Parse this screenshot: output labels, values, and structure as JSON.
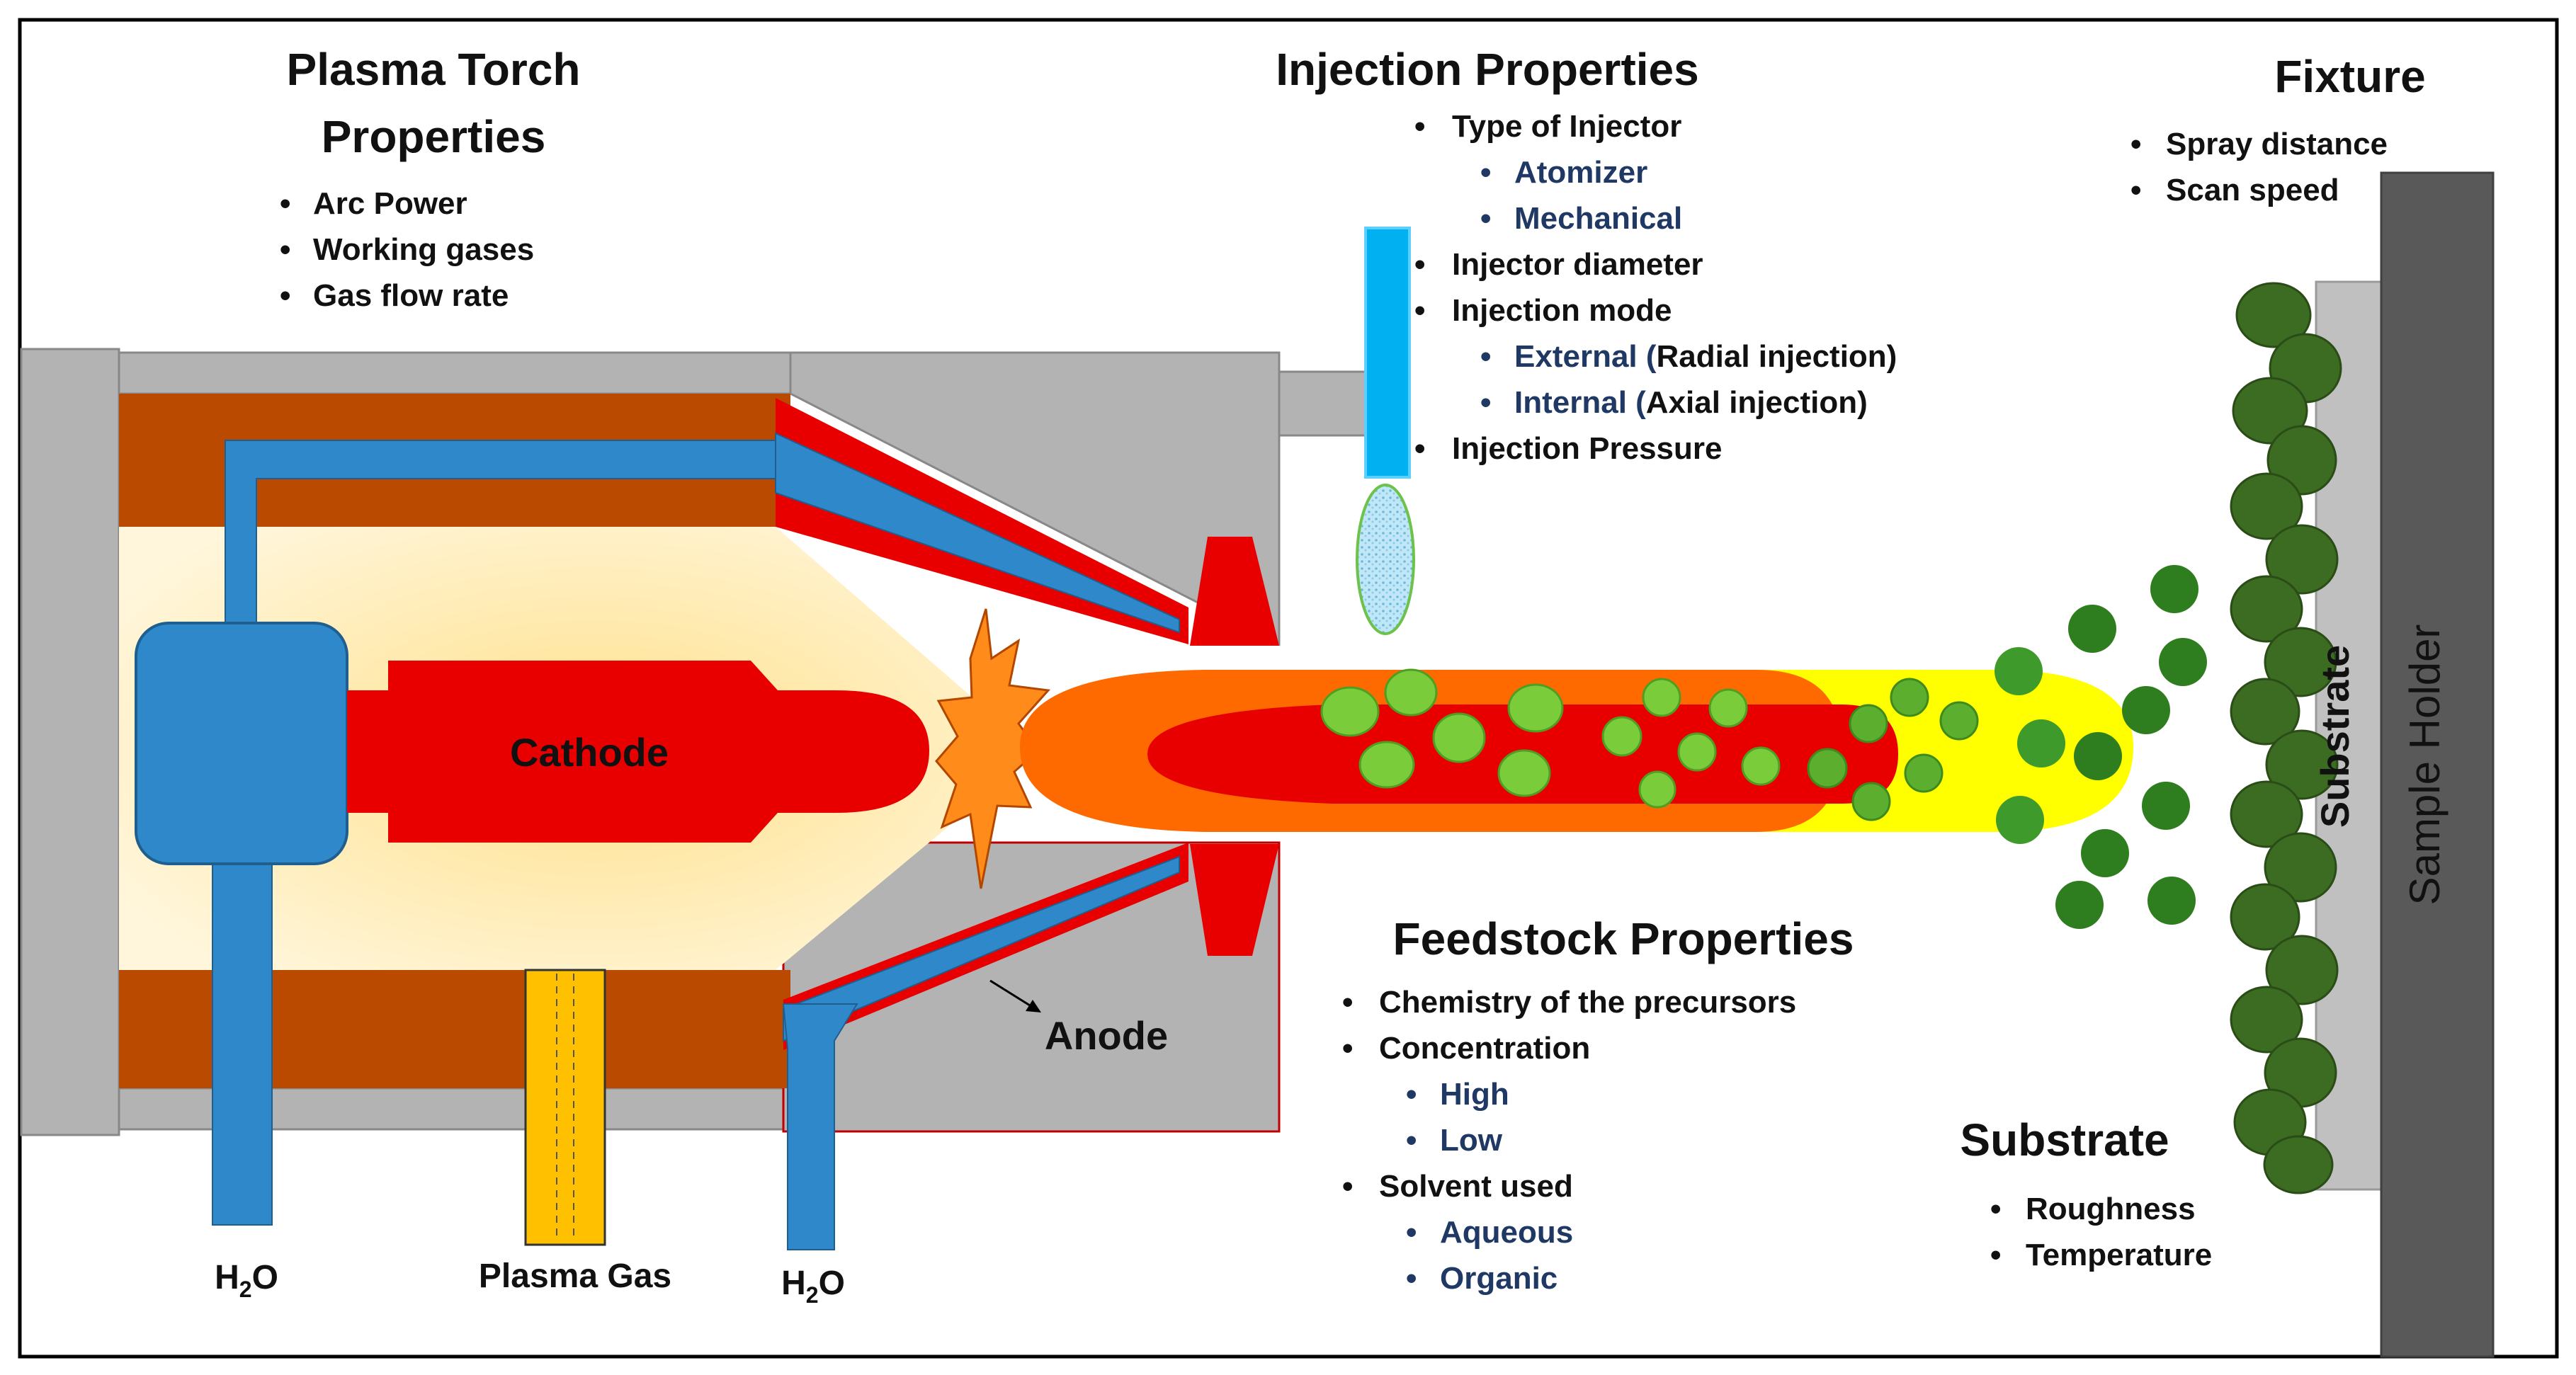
{
  "colors": {
    "housing_gray": "#B3B3B3",
    "insulator_brown": "#B94A00",
    "coolant_blue": "#2E88C9",
    "electrode_red": "#E80000",
    "plasma_gas_yellow": "#FFC000",
    "jet_orange": "#FF6A00",
    "jet_yellow": "#FFFF00",
    "droplet_green": "#7ACC3A",
    "particle_green": "#2E7D1E",
    "deposit_green": "#3C6B22",
    "holder_dark": "#595959",
    "injector_cyan": "#00B0F0",
    "sub_item_blue": "#1F3864"
  },
  "plasma_torch": {
    "title_line1": "Plasma Torch",
    "title_line2": "Properties",
    "items": [
      "Arc Power",
      "Working gases",
      "Gas flow rate"
    ]
  },
  "injection": {
    "title": "Injection Properties",
    "type_label": "Type of Injector",
    "type_options": [
      "Atomizer",
      "Mechanical"
    ],
    "diameter_label": "Injector diameter",
    "mode_label": "Injection mode",
    "mode_external": "External (",
    "mode_external_note": "Radial injection)",
    "mode_internal": "Internal (",
    "mode_internal_note": "Axial injection)",
    "pressure_label": "Injection Pressure"
  },
  "fixture": {
    "title": "Fixture",
    "items": [
      "Spray distance",
      "Scan  speed"
    ]
  },
  "feedstock": {
    "title": "Feedstock Properties",
    "chemistry": "Chemistry of the precursors",
    "concentration": "Concentration",
    "concentration_options": [
      "High",
      "Low"
    ],
    "solvent": "Solvent used",
    "solvent_options": [
      "Aqueous",
      "Organic"
    ]
  },
  "substrate": {
    "title": "Substrate",
    "items": [
      "Roughness",
      "Temperature"
    ],
    "bar_label": "Substrate"
  },
  "labels": {
    "cathode": "Cathode",
    "anode": "Anode",
    "plasma_gas": "Plasma Gas",
    "water_h": "H",
    "water_sub": "2",
    "water_o": "O",
    "sample_holder": "Sample Holder"
  }
}
